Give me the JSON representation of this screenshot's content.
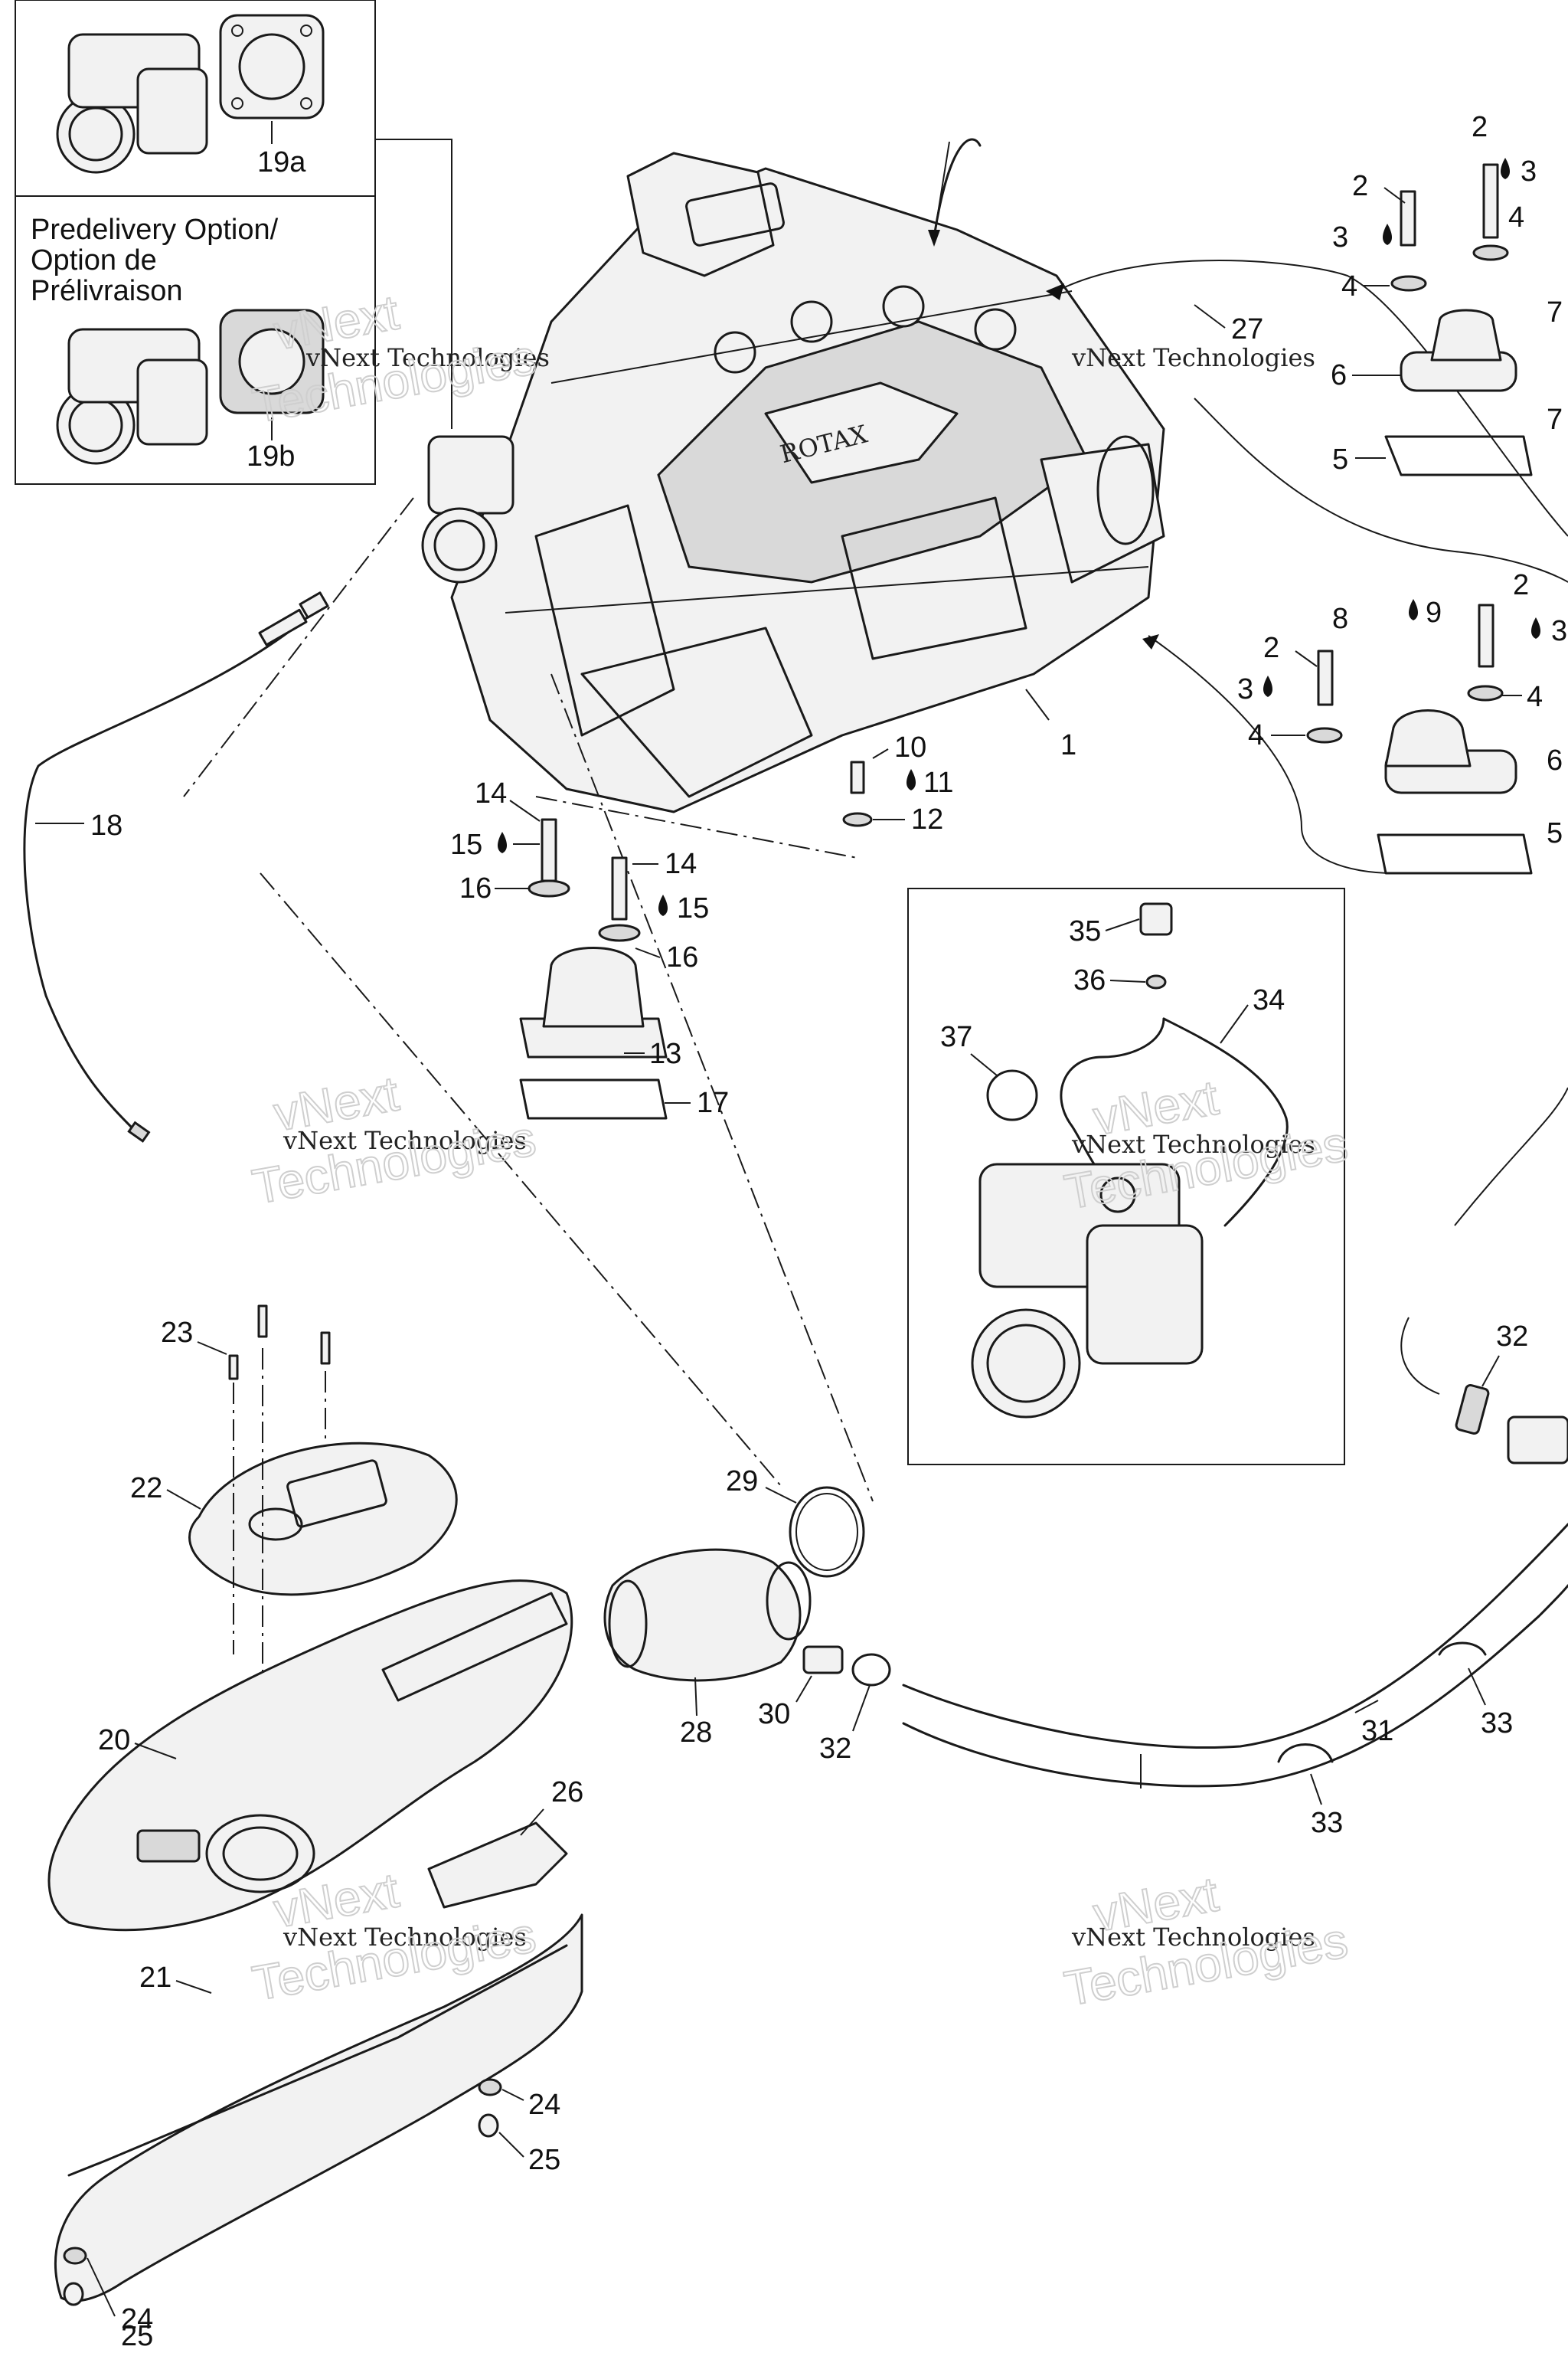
{
  "inset_top": {
    "label": "19a"
  },
  "inset_bottom": {
    "caption_line1": "Predelivery Option/",
    "caption_line2": "Option de",
    "caption_line3": "Prélivraison",
    "label": "19b"
  },
  "engine_marking": "ROTAX",
  "detail_box_labels": [
    "35",
    "36",
    "34",
    "37"
  ],
  "watermark": {
    "brand": "vNext Technologies",
    "line1": "vNext",
    "line2": "Technologies"
  },
  "callouts": [
    "1",
    "2",
    "2",
    "3",
    "3",
    "4",
    "4",
    "5",
    "6",
    "7",
    "2",
    "2",
    "3",
    "3",
    "4",
    "4",
    "5",
    "6",
    "7",
    "8",
    "9",
    "10",
    "11",
    "12",
    "13",
    "14",
    "14",
    "15",
    "15",
    "16",
    "16",
    "17",
    "18",
    "20",
    "21",
    "22",
    "23",
    "24",
    "24",
    "25",
    "25",
    "26",
    "27",
    "28",
    "29",
    "30",
    "31",
    "32",
    "32",
    "33",
    "33"
  ],
  "lubricant_marked_callouts": [
    "3",
    "3",
    "3",
    "3",
    "9",
    "11",
    "15",
    "15"
  ],
  "colors": {
    "line": "#1a1a1a",
    "background": "#ffffff",
    "watermark_outline": "#cfcfcf"
  }
}
